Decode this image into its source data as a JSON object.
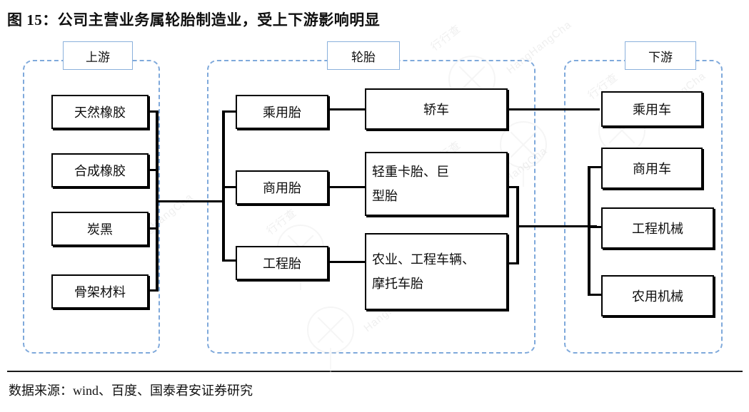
{
  "figure": {
    "title": "图 15：公司主营业务属轮胎制造业，受上下游影响明显",
    "source": "数据来源：wind、百度、国泰君安证券研究"
  },
  "colors": {
    "group_border": "#7fa9db",
    "header_border": "#8ab0dc",
    "node_border": "#000000",
    "connector": "#000000",
    "background": "#ffffff",
    "title_text": "#101010"
  },
  "groups": [
    {
      "id": "upstream",
      "label": "上游"
    },
    {
      "id": "tire",
      "label": "轮胎"
    },
    {
      "id": "downstream",
      "label": "下游"
    }
  ],
  "upstream": {
    "nodes": [
      {
        "label": "天然橡胶"
      },
      {
        "label": "合成橡胶"
      },
      {
        "label": "炭黑"
      },
      {
        "label": "骨架材料"
      }
    ]
  },
  "tire": {
    "categories": [
      {
        "label": "乘用胎"
      },
      {
        "label": "商用胎"
      },
      {
        "label": "工程胎"
      }
    ],
    "products": [
      {
        "label": "轿车",
        "lines": [
          "轿车"
        ]
      },
      {
        "label": "轻重卡胎、巨型胎",
        "lines": [
          "轻重卡胎、巨",
          "型胎"
        ]
      },
      {
        "label": "农业、工程车辆、摩托车胎",
        "lines": [
          "农业、工程车辆、",
          "摩托车胎"
        ]
      }
    ]
  },
  "downstream": {
    "nodes": [
      {
        "label": "乘用车"
      },
      {
        "label": "商用车"
      },
      {
        "label": "工程机械"
      },
      {
        "label": "农用机械"
      }
    ]
  },
  "watermark": {
    "text": "HangHangCha",
    "cn": "行行查"
  }
}
